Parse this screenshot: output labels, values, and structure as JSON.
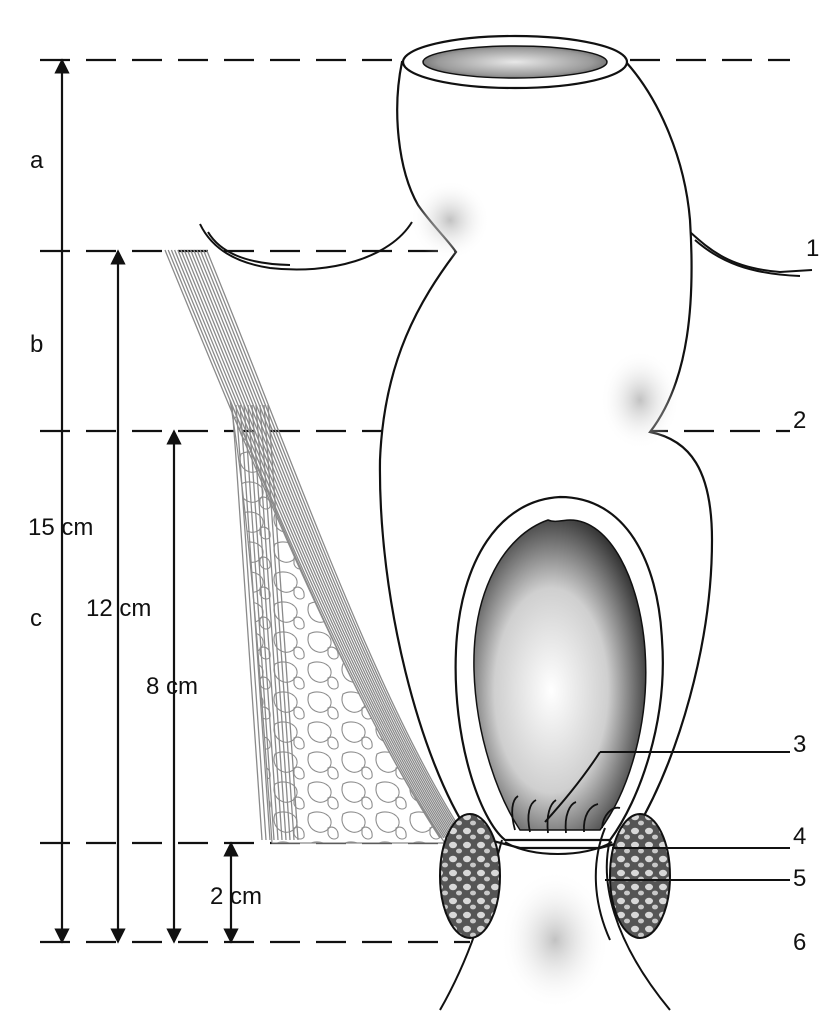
{
  "diagram": {
    "level_labels": {
      "a": "a",
      "b": "b",
      "c": "c"
    },
    "measurements": {
      "m15": "15 cm",
      "m12": "12 cm",
      "m8": "8 cm",
      "m2": "2 cm"
    },
    "callouts": {
      "n1": "1",
      "n2": "2",
      "n3": "3",
      "n4": "4",
      "n5": "5",
      "n6": "6"
    }
  }
}
